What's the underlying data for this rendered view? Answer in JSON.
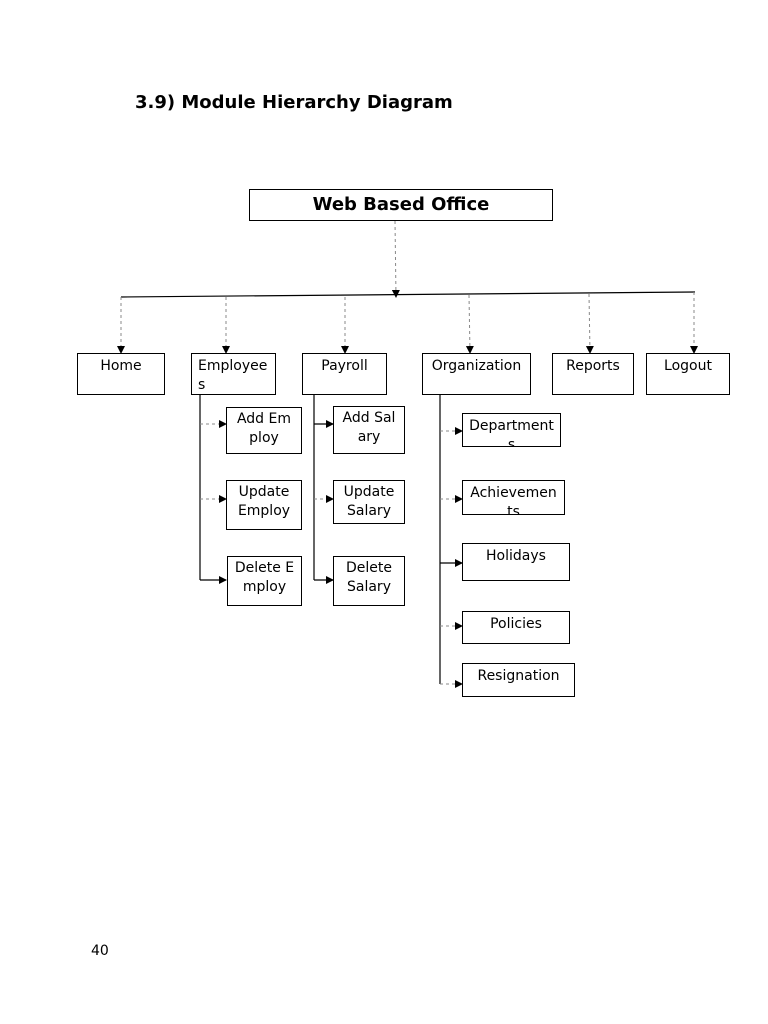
{
  "heading": "3.9) Module Hierarchy Diagram",
  "root": "Web Based Office",
  "modules": {
    "home": "Home",
    "employees": "Employees",
    "payroll": "Payroll",
    "organization": "Organization",
    "reports": "Reports",
    "logout": "Logout"
  },
  "employee_children": {
    "add": "Add Employ",
    "update": "Update Employ",
    "delete": "Delete Employ"
  },
  "payroll_children": {
    "add": "Add Salary",
    "update": "Update Salary",
    "delete": "Delete Salary"
  },
  "organization_children": {
    "departments": "Departments",
    "achievements": "Achievements",
    "holidays": "Holidays",
    "policies": "Policies",
    "resignation": "Resignation"
  },
  "page_number": "40"
}
